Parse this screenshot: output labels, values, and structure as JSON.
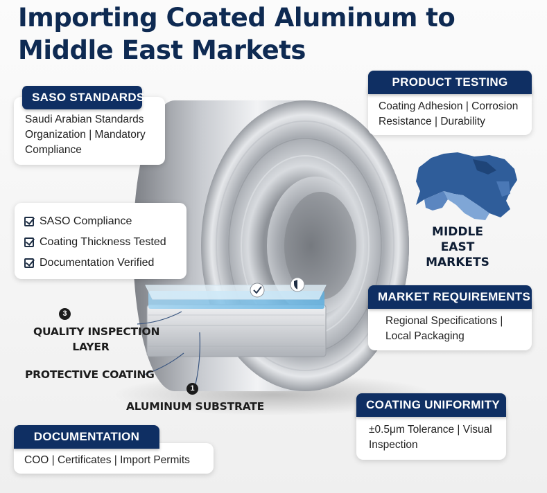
{
  "title": {
    "line1": "Importing Coated Aluminum to",
    "line2": "Middle East Markets"
  },
  "saso": {
    "badge": "SASO STANDARDS",
    "text": "Saudi Arabian Standards Organization | Mandatory Compliance"
  },
  "product_testing": {
    "badge": "PRODUCT TESTING",
    "text": "Coating Adhesion | Corrosion Resistance | Durability"
  },
  "checklist": {
    "items": [
      {
        "label": "SASO Compliance"
      },
      {
        "label": "Coating Thickness Tested"
      },
      {
        "label": "Documentation Verified"
      }
    ]
  },
  "middle_east": {
    "line1": "MIDDLE EAST",
    "line2": "MARKETS"
  },
  "market_requirements": {
    "badge": "MARKET REQUIREMENTS",
    "text": "Regional Specifications | Local Packaging"
  },
  "layers": {
    "quality_number": "3",
    "quality_line1": "QUALITY INSPECTION",
    "quality_line2": "LAYER",
    "protective": "PROTECTIVE COATING",
    "substrate_number": "1",
    "substrate": "ALUMINUM SUBSTRATE"
  },
  "coating_uniformity": {
    "badge": "COATING UNIFORMITY",
    "text": "±0.5μm Tolerance | Visual Inspection"
  },
  "documentation": {
    "badge": "DOCUMENTATION",
    "text": "COO | Certificates | Import Permits"
  },
  "colors": {
    "navy": "#0f2f63",
    "coating_blue": "#7ec3ea"
  }
}
